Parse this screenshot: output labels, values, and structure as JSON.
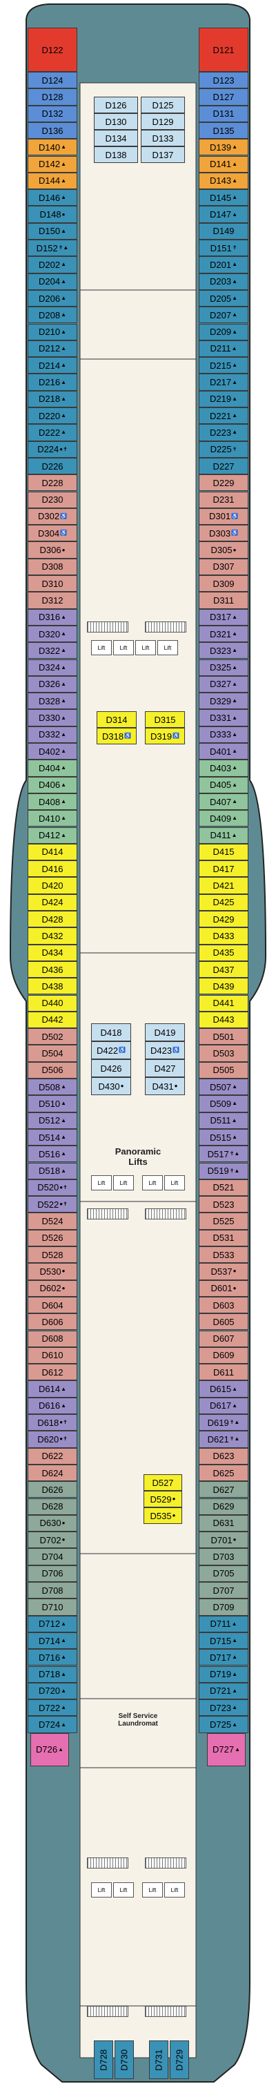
{
  "colors": {
    "red": "#e23b2e",
    "blue_light": "#5b8ed6",
    "blue_dark": "#2d6bc2",
    "orange": "#f0a43a",
    "teal": "#3a92b6",
    "salmon": "#d99a92",
    "purple": "#9a8ec7",
    "green": "#8fc49c",
    "yellow": "#f5f02a",
    "pink": "#e66fb1",
    "grey_green": "#8ea89a",
    "hull": "#5e8b93",
    "center_floor": "#f6f2e8",
    "internal_blue": "#c6dfef"
  },
  "cabins": {
    "left": [
      {
        "id": "D122",
        "band": "red"
      },
      {
        "id": "D124",
        "band": "blue_light"
      },
      {
        "id": "D128",
        "band": "blue_light"
      },
      {
        "id": "D132",
        "band": "blue_light"
      },
      {
        "id": "D136",
        "band": "blue_light"
      },
      {
        "id": "D140",
        "band": "orange",
        "mark": "▲"
      },
      {
        "id": "D142",
        "band": "orange",
        "mark": "▲"
      },
      {
        "id": "D144",
        "band": "orange",
        "mark": "▲"
      },
      {
        "id": "D146",
        "band": "teal",
        "mark": "▲"
      },
      {
        "id": "D148",
        "band": "teal",
        "mark": "●"
      },
      {
        "id": "D150",
        "band": "teal",
        "mark": "▲"
      },
      {
        "id": "D152",
        "band": "teal",
        "mark": "✝▲"
      },
      {
        "id": "D202",
        "band": "teal",
        "mark": "▲"
      },
      {
        "id": "D204",
        "band": "teal",
        "mark": "▲"
      },
      {
        "id": "D206",
        "band": "teal",
        "mark": "▲"
      },
      {
        "id": "D208",
        "band": "teal",
        "mark": "▲"
      },
      {
        "id": "D210",
        "band": "teal",
        "mark": "▲"
      },
      {
        "id": "D212",
        "band": "teal",
        "mark": "▲"
      },
      {
        "id": "D214",
        "band": "teal",
        "mark": "▲"
      },
      {
        "id": "D216",
        "band": "teal",
        "mark": "▲"
      },
      {
        "id": "D218",
        "band": "teal",
        "mark": "▲"
      },
      {
        "id": "D220",
        "band": "teal",
        "mark": "▲"
      },
      {
        "id": "D222",
        "band": "teal",
        "mark": "▲"
      },
      {
        "id": "D224",
        "band": "teal",
        "mark": "●✝"
      },
      {
        "id": "D226",
        "band": "teal"
      },
      {
        "id": "D228",
        "band": "salmon"
      },
      {
        "id": "D230",
        "band": "salmon"
      },
      {
        "id": "D302",
        "band": "salmon",
        "mark": "♿"
      },
      {
        "id": "D304",
        "band": "salmon",
        "mark": "♿"
      },
      {
        "id": "D306",
        "band": "salmon",
        "mark": "●"
      },
      {
        "id": "D308",
        "band": "salmon"
      },
      {
        "id": "D310",
        "band": "salmon"
      },
      {
        "id": "D312",
        "band": "salmon"
      },
      {
        "id": "D316",
        "band": "purple",
        "mark": "▲"
      },
      {
        "id": "D320",
        "band": "purple",
        "mark": "▲"
      },
      {
        "id": "D322",
        "band": "purple",
        "mark": "▲"
      },
      {
        "id": "D324",
        "band": "purple",
        "mark": "▲"
      },
      {
        "id": "D326",
        "band": "purple",
        "mark": "▲"
      },
      {
        "id": "D328",
        "band": "purple",
        "mark": "▲"
      },
      {
        "id": "D330",
        "band": "purple",
        "mark": "▲"
      },
      {
        "id": "D332",
        "band": "purple",
        "mark": "▲"
      },
      {
        "id": "D402",
        "band": "purple",
        "mark": "▲"
      },
      {
        "id": "D404",
        "band": "green",
        "mark": "▲"
      },
      {
        "id": "D406",
        "band": "green",
        "mark": "▲"
      },
      {
        "id": "D408",
        "band": "green",
        "mark": "▲"
      },
      {
        "id": "D410",
        "band": "green",
        "mark": "▲"
      },
      {
        "id": "D412",
        "band": "green",
        "mark": "▲"
      },
      {
        "id": "D414",
        "band": "yellow"
      },
      {
        "id": "D416",
        "band": "yellow"
      },
      {
        "id": "D420",
        "band": "yellow"
      },
      {
        "id": "D424",
        "band": "yellow"
      },
      {
        "id": "D428",
        "band": "yellow"
      },
      {
        "id": "D432",
        "band": "yellow"
      },
      {
        "id": "D434",
        "band": "yellow"
      },
      {
        "id": "D436",
        "band": "yellow"
      },
      {
        "id": "D438",
        "band": "yellow"
      },
      {
        "id": "D440",
        "band": "yellow"
      },
      {
        "id": "D442",
        "band": "yellow"
      },
      {
        "id": "D502",
        "band": "salmon"
      },
      {
        "id": "D504",
        "band": "salmon"
      },
      {
        "id": "D506",
        "band": "salmon"
      },
      {
        "id": "D508",
        "band": "purple",
        "mark": "▲"
      },
      {
        "id": "D510",
        "band": "purple",
        "mark": "▲"
      },
      {
        "id": "D512",
        "band": "purple",
        "mark": "▲"
      },
      {
        "id": "D514",
        "band": "purple",
        "mark": "▲"
      },
      {
        "id": "D516",
        "band": "purple",
        "mark": "▲"
      },
      {
        "id": "D518",
        "band": "purple",
        "mark": "▲"
      },
      {
        "id": "D520",
        "band": "purple",
        "mark": "●✝"
      },
      {
        "id": "D522",
        "band": "purple",
        "mark": "●✝"
      },
      {
        "id": "D524",
        "band": "salmon"
      },
      {
        "id": "D526",
        "band": "salmon"
      },
      {
        "id": "D528",
        "band": "salmon"
      },
      {
        "id": "D530",
        "band": "salmon",
        "mark": "●"
      },
      {
        "id": "D602",
        "band": "salmon",
        "mark": "●"
      },
      {
        "id": "D604",
        "band": "salmon"
      },
      {
        "id": "D606",
        "band": "salmon"
      },
      {
        "id": "D608",
        "band": "salmon"
      },
      {
        "id": "D610",
        "band": "salmon"
      },
      {
        "id": "D612",
        "band": "salmon"
      },
      {
        "id": "D614",
        "band": "purple",
        "mark": "▲"
      },
      {
        "id": "D616",
        "band": "purple",
        "mark": "▲"
      },
      {
        "id": "D618",
        "band": "purple",
        "mark": "●✝"
      },
      {
        "id": "D620",
        "band": "purple",
        "mark": "●✝"
      },
      {
        "id": "D622",
        "band": "salmon"
      },
      {
        "id": "D624",
        "band": "salmon"
      },
      {
        "id": "D626",
        "band": "grey_green"
      },
      {
        "id": "D628",
        "band": "grey_green"
      },
      {
        "id": "D630",
        "band": "grey_green",
        "mark": "●"
      },
      {
        "id": "D702",
        "band": "grey_green",
        "mark": "●"
      },
      {
        "id": "D704",
        "band": "grey_green"
      },
      {
        "id": "D706",
        "band": "grey_green"
      },
      {
        "id": "D708",
        "band": "grey_green"
      },
      {
        "id": "D710",
        "band": "grey_green"
      },
      {
        "id": "D712",
        "band": "teal",
        "mark": "▲"
      },
      {
        "id": "D714",
        "band": "teal",
        "mark": "▲"
      },
      {
        "id": "D716",
        "band": "teal",
        "mark": "▲"
      },
      {
        "id": "D718",
        "band": "teal",
        "mark": "▲"
      },
      {
        "id": "D720",
        "band": "teal",
        "mark": "▲"
      },
      {
        "id": "D722",
        "band": "teal",
        "mark": "▲"
      },
      {
        "id": "D724",
        "band": "teal",
        "mark": "▲"
      },
      {
        "id": "D726",
        "band": "pink",
        "mark": "▲"
      }
    ],
    "right": [
      {
        "id": "D121",
        "band": "red"
      },
      {
        "id": "D123",
        "band": "blue_light"
      },
      {
        "id": "D127",
        "band": "blue_light"
      },
      {
        "id": "D131",
        "band": "blue_light"
      },
      {
        "id": "D135",
        "band": "blue_light"
      },
      {
        "id": "D139",
        "band": "orange",
        "mark": "▲"
      },
      {
        "id": "D141",
        "band": "orange",
        "mark": "▲"
      },
      {
        "id": "D143",
        "band": "orange",
        "mark": "▲"
      },
      {
        "id": "D145",
        "band": "teal",
        "mark": "▲"
      },
      {
        "id": "D147",
        "band": "teal",
        "mark": "▲"
      },
      {
        "id": "D149",
        "band": "teal"
      },
      {
        "id": "D151",
        "band": "teal",
        "mark": "✝"
      },
      {
        "id": "D201",
        "band": "teal",
        "mark": "▲"
      },
      {
        "id": "D203",
        "band": "teal",
        "mark": "▲"
      },
      {
        "id": "D205",
        "band": "teal",
        "mark": "▲"
      },
      {
        "id": "D207",
        "band": "teal",
        "mark": "▲"
      },
      {
        "id": "D209",
        "band": "teal",
        "mark": "▲"
      },
      {
        "id": "D211",
        "band": "teal",
        "mark": "▲"
      },
      {
        "id": "D215",
        "band": "teal",
        "mark": "▲"
      },
      {
        "id": "D217",
        "band": "teal",
        "mark": "▲"
      },
      {
        "id": "D219",
        "band": "teal",
        "mark": "▲"
      },
      {
        "id": "D221",
        "band": "teal",
        "mark": "▲"
      },
      {
        "id": "D223",
        "band": "teal",
        "mark": "▲"
      },
      {
        "id": "D225",
        "band": "teal",
        "mark": "✝"
      },
      {
        "id": "D227",
        "band": "teal"
      },
      {
        "id": "D229",
        "band": "salmon"
      },
      {
        "id": "D231",
        "band": "salmon"
      },
      {
        "id": "D301",
        "band": "salmon",
        "mark": "♿"
      },
      {
        "id": "D303",
        "band": "salmon",
        "mark": "♿"
      },
      {
        "id": "D305",
        "band": "salmon",
        "mark": "●"
      },
      {
        "id": "D307",
        "band": "salmon"
      },
      {
        "id": "D309",
        "band": "salmon"
      },
      {
        "id": "D311",
        "band": "salmon"
      },
      {
        "id": "D317",
        "band": "purple",
        "mark": "▲"
      },
      {
        "id": "D321",
        "band": "purple",
        "mark": "▲"
      },
      {
        "id": "D323",
        "band": "purple",
        "mark": "▲"
      },
      {
        "id": "D325",
        "band": "purple",
        "mark": "▲"
      },
      {
        "id": "D327",
        "band": "purple",
        "mark": "▲"
      },
      {
        "id": "D329",
        "band": "purple",
        "mark": "▲"
      },
      {
        "id": "D331",
        "band": "purple",
        "mark": "▲"
      },
      {
        "id": "D333",
        "band": "purple",
        "mark": "▲"
      },
      {
        "id": "D401",
        "band": "purple",
        "mark": "▲"
      },
      {
        "id": "D403",
        "band": "green",
        "mark": "▲"
      },
      {
        "id": "D405",
        "band": "green",
        "mark": "▲"
      },
      {
        "id": "D407",
        "band": "green",
        "mark": "▲"
      },
      {
        "id": "D409",
        "band": "green",
        "mark": "▲"
      },
      {
        "id": "D411",
        "band": "green",
        "mark": "▲"
      },
      {
        "id": "D415",
        "band": "yellow"
      },
      {
        "id": "D417",
        "band": "yellow"
      },
      {
        "id": "D421",
        "band": "yellow"
      },
      {
        "id": "D425",
        "band": "yellow"
      },
      {
        "id": "D429",
        "band": "yellow"
      },
      {
        "id": "D433",
        "band": "yellow"
      },
      {
        "id": "D435",
        "band": "yellow"
      },
      {
        "id": "D437",
        "band": "yellow"
      },
      {
        "id": "D439",
        "band": "yellow"
      },
      {
        "id": "D441",
        "band": "yellow"
      },
      {
        "id": "D443",
        "band": "yellow"
      },
      {
        "id": "D501",
        "band": "salmon"
      },
      {
        "id": "D503",
        "band": "salmon"
      },
      {
        "id": "D505",
        "band": "salmon"
      },
      {
        "id": "D507",
        "band": "purple",
        "mark": "▲"
      },
      {
        "id": "D509",
        "band": "purple",
        "mark": "▲"
      },
      {
        "id": "D511",
        "band": "purple",
        "mark": "▲"
      },
      {
        "id": "D515",
        "band": "purple",
        "mark": "▲"
      },
      {
        "id": "D517",
        "band": "purple",
        "mark": "✝▲"
      },
      {
        "id": "D519",
        "band": "purple",
        "mark": "✝▲"
      },
      {
        "id": "D521",
        "band": "salmon"
      },
      {
        "id": "D523",
        "band": "salmon"
      },
      {
        "id": "D525",
        "band": "salmon"
      },
      {
        "id": "D531",
        "band": "salmon"
      },
      {
        "id": "D533",
        "band": "salmon"
      },
      {
        "id": "D537",
        "band": "salmon",
        "mark": "●"
      },
      {
        "id": "D601",
        "band": "salmon",
        "mark": "●"
      },
      {
        "id": "D603",
        "band": "salmon"
      },
      {
        "id": "D605",
        "band": "salmon"
      },
      {
        "id": "D607",
        "band": "salmon"
      },
      {
        "id": "D609",
        "band": "salmon"
      },
      {
        "id": "D611",
        "band": "salmon"
      },
      {
        "id": "D615",
        "band": "purple",
        "mark": "▲"
      },
      {
        "id": "D617",
        "band": "purple",
        "mark": "▲"
      },
      {
        "id": "D619",
        "band": "purple",
        "mark": "✝▲"
      },
      {
        "id": "D621",
        "band": "purple",
        "mark": "✝▲"
      },
      {
        "id": "D623",
        "band": "salmon"
      },
      {
        "id": "D625",
        "band": "salmon"
      },
      {
        "id": "D627",
        "band": "grey_green"
      },
      {
        "id": "D629",
        "band": "grey_green"
      },
      {
        "id": "D631",
        "band": "grey_green"
      },
      {
        "id": "D701",
        "band": "grey_green",
        "mark": "●"
      },
      {
        "id": "D703",
        "band": "grey_green"
      },
      {
        "id": "D705",
        "band": "grey_green"
      },
      {
        "id": "D707",
        "band": "grey_green"
      },
      {
        "id": "D709",
        "band": "grey_green"
      },
      {
        "id": "D711",
        "band": "teal",
        "mark": "▲"
      },
      {
        "id": "D715",
        "band": "teal",
        "mark": "▲"
      },
      {
        "id": "D717",
        "band": "teal",
        "mark": "▲"
      },
      {
        "id": "D719",
        "band": "teal",
        "mark": "▲"
      },
      {
        "id": "D721",
        "band": "teal",
        "mark": "▲"
      },
      {
        "id": "D723",
        "band": "teal",
        "mark": "▲"
      },
      {
        "id": "D725",
        "band": "teal",
        "mark": "▲"
      },
      {
        "id": "D727",
        "band": "pink",
        "mark": "▲"
      }
    ],
    "inner_fore": [
      {
        "id": "D126",
        "col": 0
      },
      {
        "id": "D125",
        "col": 1
      },
      {
        "id": "D130",
        "col": 0
      },
      {
        "id": "D129",
        "col": 1
      },
      {
        "id": "D134",
        "col": 0
      },
      {
        "id": "D133",
        "col": 1
      },
      {
        "id": "D138",
        "col": 0
      },
      {
        "id": "D137",
        "col": 1
      }
    ],
    "inner_yellow": [
      {
        "id": "D314",
        "col": 0
      },
      {
        "id": "D315",
        "col": 1
      },
      {
        "id": "D318",
        "col": 0,
        "mark": "♿"
      },
      {
        "id": "D319",
        "col": 1,
        "mark": "♿"
      }
    ],
    "inner_blue": [
      {
        "id": "D418",
        "col": 0
      },
      {
        "id": "D419",
        "col": 1
      },
      {
        "id": "D422",
        "col": 0,
        "mark": "♿"
      },
      {
        "id": "D423",
        "col": 1,
        "mark": "♿"
      },
      {
        "id": "D426",
        "col": 0
      },
      {
        "id": "D427",
        "col": 1
      },
      {
        "id": "D430",
        "col": 0,
        "mark": "●"
      },
      {
        "id": "D431",
        "col": 1,
        "mark": "●"
      }
    ],
    "inner_mid": [
      {
        "id": "D527"
      },
      {
        "id": "D529",
        "mark": "●"
      },
      {
        "id": "D535",
        "mark": "●"
      }
    ],
    "aft_inner": [
      {
        "id": "D728"
      },
      {
        "id": "D730"
      },
      {
        "id": "D731"
      },
      {
        "id": "D729"
      }
    ]
  },
  "labels": {
    "lift": "Lift",
    "panoramic_lifts": "Panoramic\nLifts",
    "laundromat": "Self Service\nLaundromat"
  }
}
